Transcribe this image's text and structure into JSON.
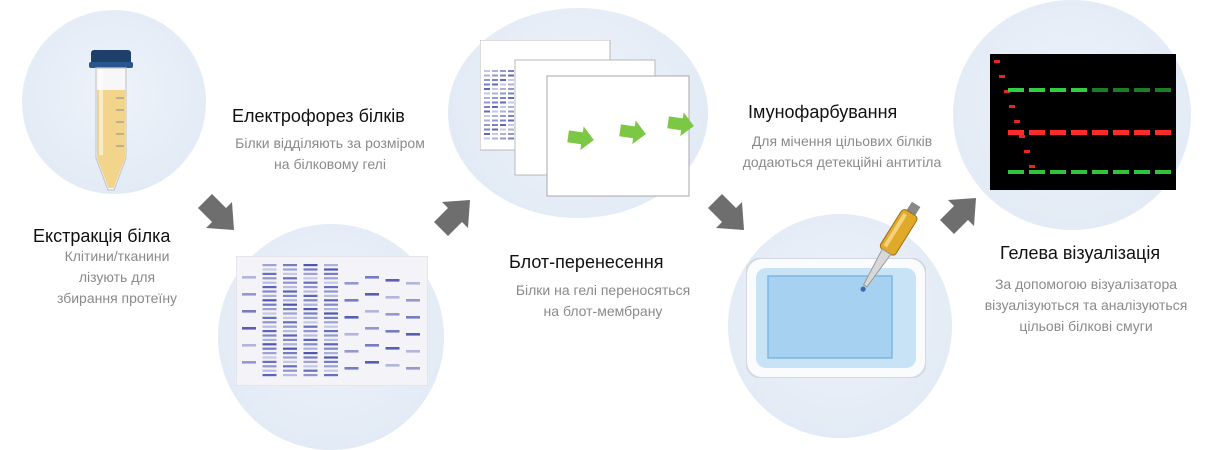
{
  "steps": {
    "extraction": {
      "title": "Екстракція білка",
      "desc": [
        "Клітини/тканини",
        "лізують для",
        "збирання протеїну"
      ]
    },
    "electrophoresis": {
      "title": "Електрофорез білків",
      "desc": [
        "Білки відділяють за розміром",
        "на білковому гелі"
      ]
    },
    "transfer": {
      "title": "Блот-перенесення",
      "desc": [
        "Білки на гелі переносяться",
        "на блот-мембрану"
      ]
    },
    "immunostaining": {
      "title": "Імунофарбування",
      "desc": [
        "Для мічення цільових білків",
        "додаються детекційні антитіла"
      ]
    },
    "visualization": {
      "title": "Гелева візуалізація",
      "desc": [
        "За допомогою візуалізатора",
        "візуалізуються та аналізуються",
        "цільові білкові смуги"
      ]
    }
  },
  "colors": {
    "circle": "#e4ecf7",
    "arrow": "#6e6e6e",
    "gel_band": "#3a44a8",
    "transfer_arrow": "#7cc744",
    "fluor_green": "#30d040",
    "fluor_red": "#ff2a2a",
    "tube_liquid": "#f2d58a",
    "tube_cap": "#1f3f6b",
    "pipette": "#e0a92a"
  },
  "icons": [
    "centrifuge-tube-icon",
    "protein-gel-icon",
    "blot-membrane-icon",
    "incubation-tray-icon",
    "pipette-icon",
    "fluorescent-blot-icon",
    "next-step-arrow-icon"
  ]
}
